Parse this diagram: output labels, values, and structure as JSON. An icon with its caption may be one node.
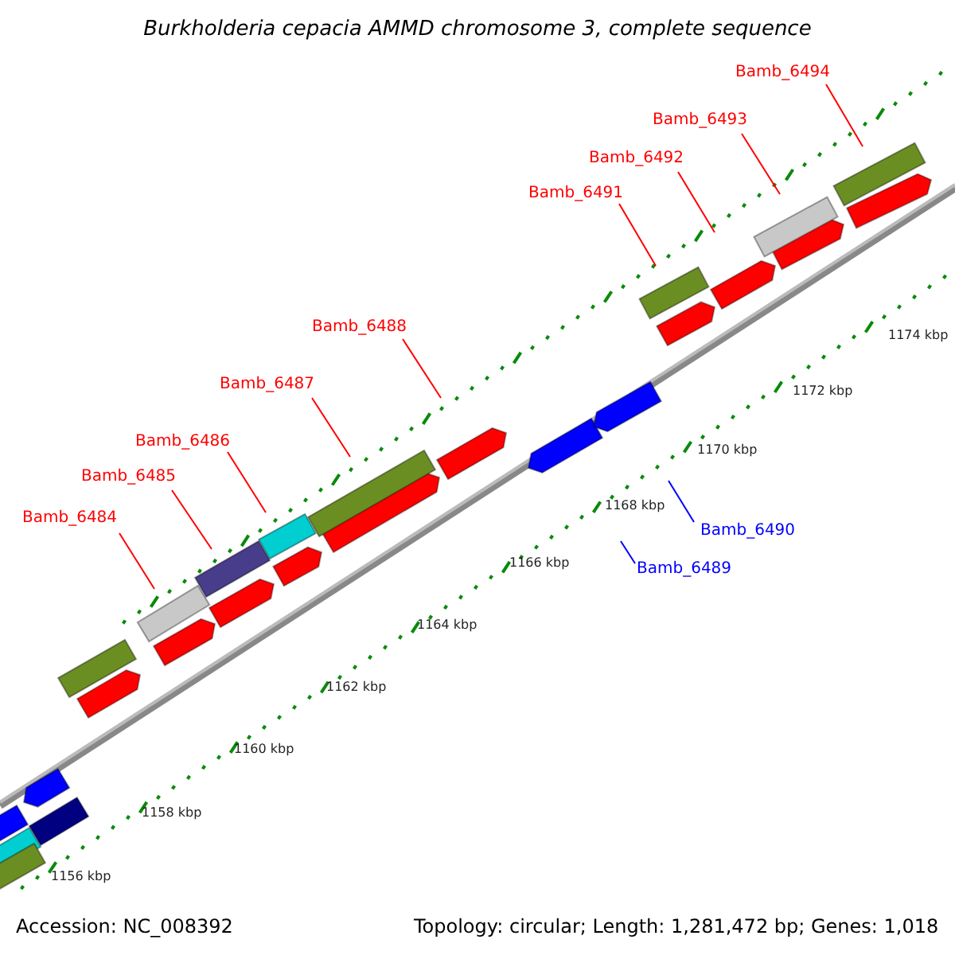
{
  "diagram": {
    "title": "Burkholderia cepacia AMMD chromosome 3, complete sequence",
    "nodes": [
      {
        "text": [
          "Bamb_6484"
        ]
      },
      {
        "text": [
          "Bamb_6485"
        ]
      },
      {
        "text": [
          "Bamb_6486"
        ]
      },
      {
        "text": [
          "Bamb_6487"
        ]
      },
      {
        "text": [
          "Bamb_6488"
        ]
      },
      {
        "text": [
          "Bamb_6489"
        ]
      },
      {
        "text": [
          "Bamb_6490"
        ]
      },
      {
        "text": [
          "Bamb_6491"
        ]
      },
      {
        "text": [
          "Bamb_6492"
        ]
      },
      {
        "text": [
          "Bamb_6493"
        ]
      },
      {
        "text": [
          "Bamb_6494"
        ]
      }
    ],
    "edges": [
      {
        "from": 0,
        "to": null,
        "arrow": "none",
        "color": "#ff0000"
      },
      {
        "from": 1,
        "to": null,
        "arrow": "none",
        "color": "#ff0000"
      },
      {
        "from": 2,
        "to": null,
        "arrow": "none",
        "color": "#ff0000"
      },
      {
        "from": 3,
        "to": null,
        "arrow": "none",
        "color": "#ff0000"
      },
      {
        "from": 4,
        "to": null,
        "arrow": "none",
        "color": "#ff0000"
      },
      {
        "from": 5,
        "to": null,
        "arrow": "none",
        "color": "#0000ff"
      },
      {
        "from": 6,
        "to": null,
        "arrow": "none",
        "color": "#0000ff"
      },
      {
        "from": 7,
        "to": null,
        "arrow": "none",
        "color": "#ff0000"
      },
      {
        "from": 8,
        "to": null,
        "arrow": "none",
        "color": "#ff0000"
      },
      {
        "from": 9,
        "to": null,
        "arrow": "none",
        "color": "#ff0000"
      },
      {
        "from": 10,
        "to": null,
        "arrow": "none",
        "color": "#ff0000"
      }
    ],
    "labels": [
      "1174 kbp",
      "1172 kbp",
      "1170 kbp",
      "1168 kbp",
      "1166 kbp",
      "1164 kbp",
      "1162 kbp",
      "1160 kbp",
      "1158 kbp",
      "1156 kbp",
      "Accession: NC_008392",
      "Topology: circular; Length: 1,281,472 bp; Genes: 1,018"
    ]
  }
}
